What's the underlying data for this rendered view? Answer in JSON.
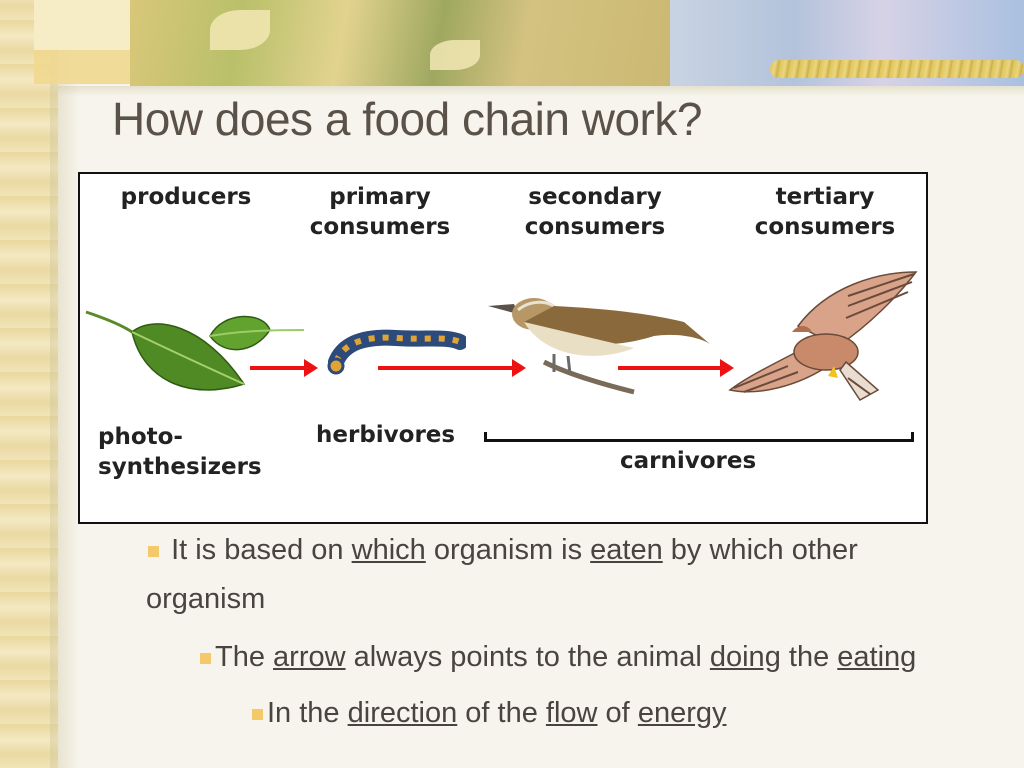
{
  "slide": {
    "title": "How does a food chain work?"
  },
  "diagram": {
    "top_labels": [
      {
        "line1": "producers",
        "line2": ""
      },
      {
        "line1": "primary",
        "line2": "consumers"
      },
      {
        "line1": "secondary",
        "line2": "consumers"
      },
      {
        "line1": "tertiary",
        "line2": "consumers"
      }
    ],
    "bottom_labels": {
      "photo1": "photo-",
      "photo2": "synthesizers",
      "herbivores": "herbivores",
      "carnivores": "carnivores"
    },
    "organisms": [
      "leaf-icon",
      "caterpillar-icon",
      "songbird-icon",
      "hawk-icon"
    ],
    "arrow_color": "#ee1111"
  },
  "bullets": {
    "b1": {
      "pre": "It is based on ",
      "u1": "which",
      "mid": " organism is ",
      "u2": "eaten",
      "post": " by which other",
      "cont": "organism"
    },
    "b2": {
      "pre": "The ",
      "u1": "arrow",
      "mid1": " always points to the animal ",
      "u2": "doing",
      "mid2": " the ",
      "u3": "eating"
    },
    "b3": {
      "pre": "In the ",
      "u1": "direction",
      "mid1": " of the ",
      "u2": "flow",
      "mid2": " of ",
      "u3": "energy"
    },
    "marker_color": "#f4c96a"
  }
}
